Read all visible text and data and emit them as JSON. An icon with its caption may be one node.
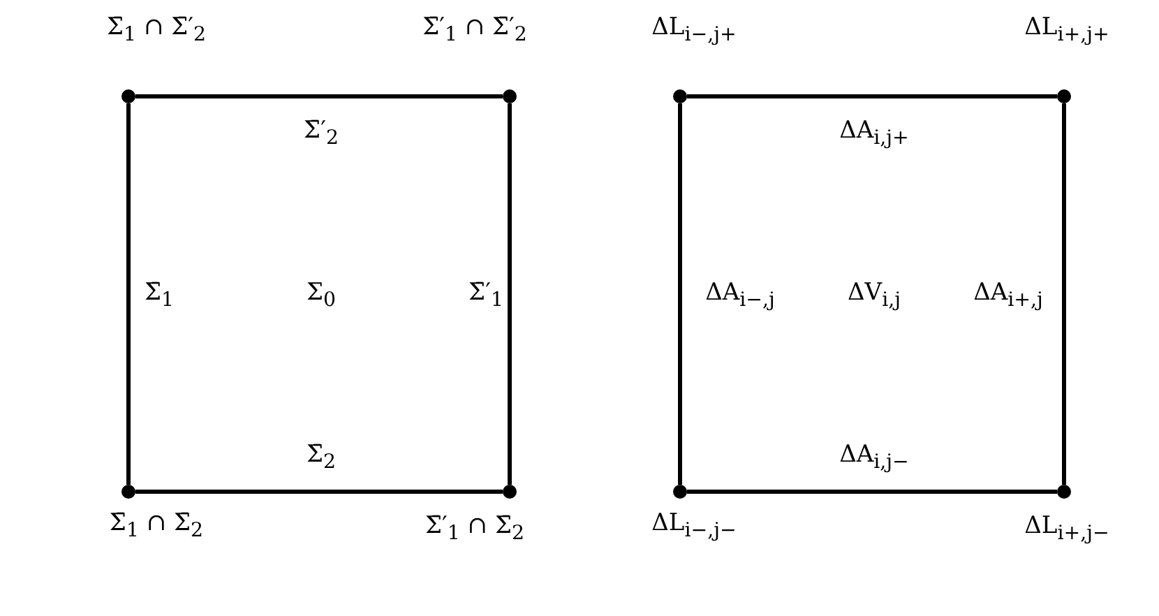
{
  "diagram": {
    "nodes": [
      {
        "text": [],
        "shape": "circle",
        "beside": [
          "Σ̄$_{1}$ ∩ Σ̄′$_{2}$"
        ]
      },
      {
        "text": [],
        "shape": "circle",
        "beside": [
          "Σ̄′$_{1}$ ∩ Σ̄′$_{2}$"
        ]
      },
      {
        "text": [],
        "shape": "circle",
        "beside": [
          "Σ̄$_{1}$ ∩ Σ̄$_{2}$"
        ]
      },
      {
        "text": [],
        "shape": "circle",
        "beside": [
          "Σ̄′$_{1}$ ∩ Σ̄$_{2}$"
        ]
      },
      {
        "text": [],
        "shape": "circle",
        "beside": [
          "ΔL$_{i−,j+}$"
        ]
      },
      {
        "text": [],
        "shape": "circle",
        "beside": [
          "ΔL$_{i+,j+}$"
        ]
      },
      {
        "text": [],
        "shape": "circle",
        "beside": [
          "ΔL$_{i−,j−}$"
        ]
      },
      {
        "text": [],
        "shape": "circle",
        "beside": [
          "ΔL$_{i+,j−}$"
        ]
      }
    ],
    "edges": [
      {
        "from": 0,
        "to": 1,
        "arrow": "none",
        "label": "Σ̄′$_{2}$"
      },
      {
        "from": 1,
        "to": 3,
        "arrow": "none",
        "label": "Σ̄′$_{1}$"
      },
      {
        "from": 3,
        "to": 2,
        "arrow": "none",
        "label": "Σ̄$_{2}$"
      },
      {
        "from": 2,
        "to": 0,
        "arrow": "none",
        "label": "Σ̄$_{1}$"
      },
      {
        "from": 4,
        "to": 5,
        "arrow": "none",
        "label": "ΔA$_{i,j+}$"
      },
      {
        "from": 5,
        "to": 7,
        "arrow": "none",
        "label": "ΔA$_{i+,j}$"
      },
      {
        "from": 7,
        "to": 6,
        "arrow": "none",
        "label": "ΔA$_{i,j−}$"
      },
      {
        "from": 6,
        "to": 4,
        "arrow": "none",
        "label": "ΔA$_{i−,j}$"
      }
    ],
    "labels": [
      "Σ$_{0}$",
      "ΔV$_{i,j}$"
    ]
  }
}
